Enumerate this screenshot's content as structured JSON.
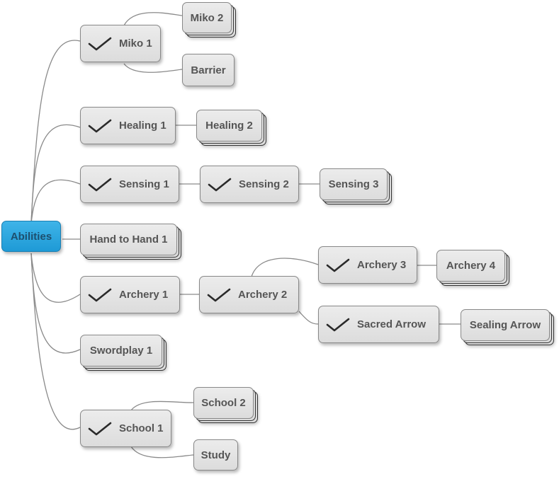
{
  "diagram": {
    "root": {
      "label": "Abilities"
    },
    "nodes": {
      "miko1": {
        "label": "Miko 1",
        "checked": true
      },
      "miko2": {
        "label": "Miko 2",
        "checked": false
      },
      "barrier": {
        "label": "Barrier",
        "checked": false
      },
      "healing1": {
        "label": "Healing 1",
        "checked": true
      },
      "healing2": {
        "label": "Healing 2",
        "checked": false
      },
      "sensing1": {
        "label": "Sensing 1",
        "checked": true
      },
      "sensing2": {
        "label": "Sensing 2",
        "checked": true
      },
      "sensing3": {
        "label": "Sensing 3",
        "checked": false
      },
      "handtohand1": {
        "label": "Hand to Hand 1",
        "checked": false
      },
      "archery1": {
        "label": "Archery 1",
        "checked": true
      },
      "archery2": {
        "label": "Archery 2",
        "checked": true
      },
      "archery3": {
        "label": "Archery 3",
        "checked": true
      },
      "archery4": {
        "label": "Archery 4",
        "checked": false
      },
      "sacredarrow": {
        "label": "Sacred Arrow",
        "checked": true
      },
      "sealingarrow": {
        "label": "Sealing Arrow",
        "checked": false
      },
      "swordplay1": {
        "label": "Swordplay 1",
        "checked": false
      },
      "school1": {
        "label": "School 1",
        "checked": true
      },
      "school2": {
        "label": "School 2",
        "checked": false
      },
      "study": {
        "label": "Study",
        "checked": false
      }
    },
    "check_icon": "checkmark-icon"
  }
}
